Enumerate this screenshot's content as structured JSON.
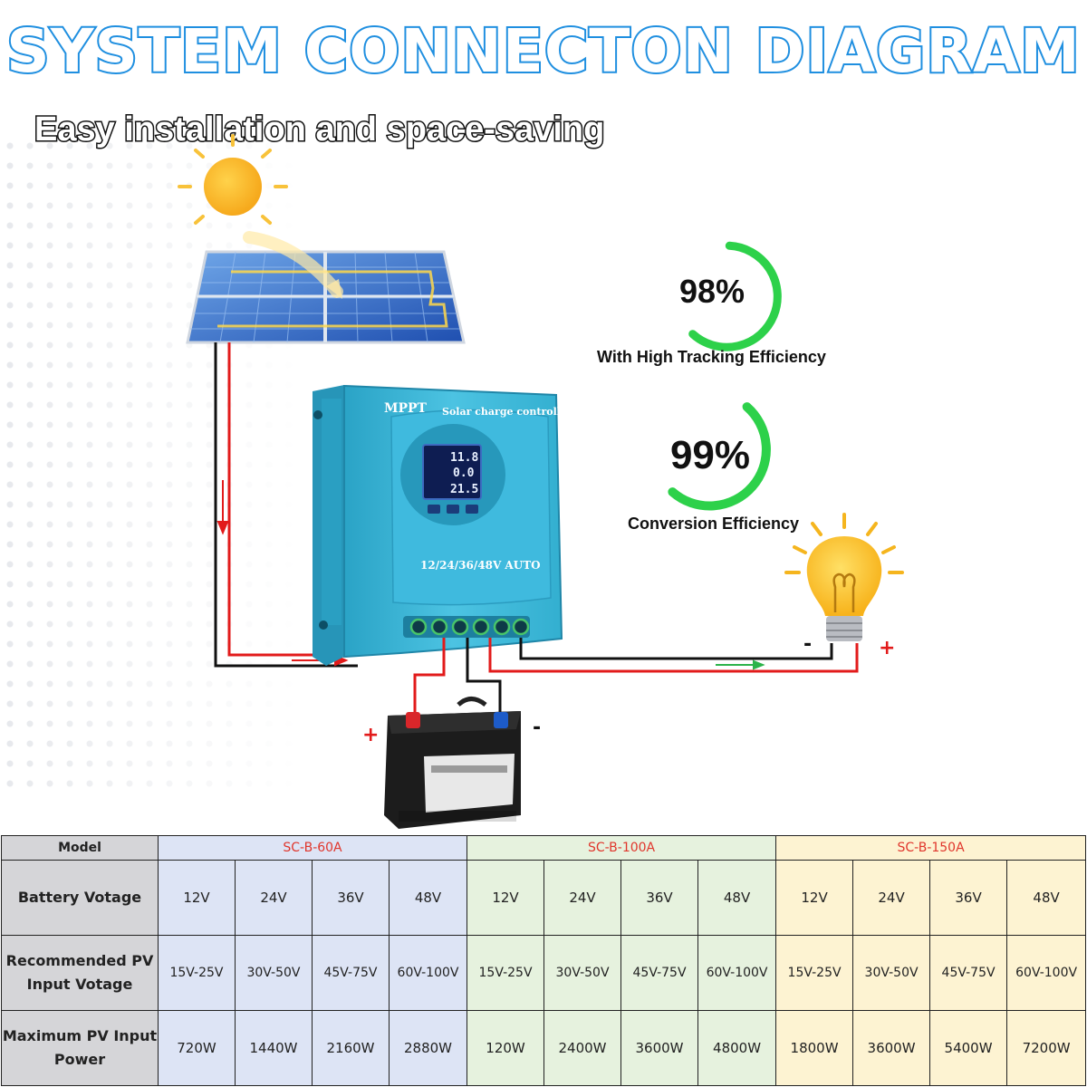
{
  "header": {
    "title": "SYSTEM CONNECTON DIAGRAM",
    "subtitle": "Easy installation and space-saving"
  },
  "controller": {
    "brand": "MPPT",
    "name": "Solar charge controller",
    "voltage_label": "12/24/36/48V AUTO",
    "display": {
      "line1": "11.8",
      "line2": "0.0",
      "line3": "21.5"
    }
  },
  "metrics": [
    {
      "value": "98%",
      "label": "With High Tracking Efficiency",
      "color": "#2dd14a"
    },
    {
      "value": "99%",
      "label": "Conversion Efficiency",
      "color": "#2dd14a"
    }
  ],
  "polarity": {
    "plus": "+",
    "minus": "-"
  },
  "colors": {
    "title_stroke": "#1f8fe0",
    "controller": "#3db8d8",
    "wire_red": "#e21b1b",
    "wire_black": "#111111",
    "arrow_green": "#2cb34a"
  },
  "icons": [
    "sun-icon",
    "solar-panel-icon",
    "light-bulb-icon",
    "battery-icon"
  ],
  "table": {
    "model_label": "Model",
    "models": [
      "SC-B-60A",
      "SC-B-100A",
      "SC-B-150A"
    ],
    "rows": [
      {
        "label": "Battery Votage",
        "values": [
          "12V",
          "24V",
          "36V",
          "48V",
          "12V",
          "24V",
          "36V",
          "48V",
          "12V",
          "24V",
          "36V",
          "48V"
        ]
      },
      {
        "label": "Recommended PV Input Votage",
        "values": [
          "15V-25V",
          "30V-50V",
          "45V-75V",
          "60V-100V",
          "15V-25V",
          "30V-50V",
          "45V-75V",
          "60V-100V",
          "15V-25V",
          "30V-50V",
          "45V-75V",
          "60V-100V"
        ]
      },
      {
        "label": "Maximum PV Input Power",
        "values": [
          "720W",
          "1440W",
          "2160W",
          "2880W",
          "120W",
          "2400W",
          "3600W",
          "4800W",
          "1800W",
          "3600W",
          "5400W",
          "7200W"
        ]
      }
    ]
  }
}
